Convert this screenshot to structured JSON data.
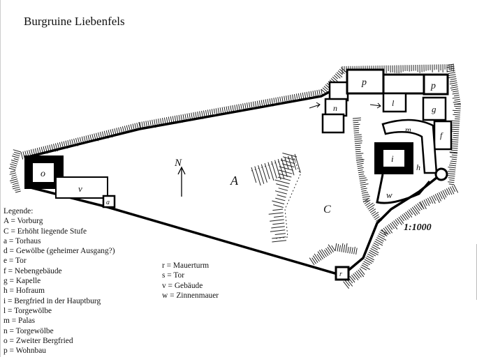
{
  "title": "Burgruine Liebenfels",
  "legend_heading": "Legende:",
  "legend_left": [
    "A = Vorburg",
    "C = Erhöht liegende Stufe",
    "a = Torhaus",
    "d = Gewölbe (geheimer Ausgang?)",
    "e = Tor",
    "f = Nebengebäude",
    "g = Kapelle",
    "h = Hofraum",
    "i = Bergfried in der Hauptburg",
    "l = Torgewölbe",
    "m = Palas",
    "n = Torgewölbe",
    "o = Zweiter Bergfried",
    "p = Wohnbau"
  ],
  "legend_right": [
    "r = Mauerturm",
    "s = Tor",
    "v = Gebäude",
    "w = Zinnenmauer"
  ],
  "plan_labels": {
    "o": "o",
    "v": "v",
    "a": "a",
    "A": "A",
    "C": "C",
    "N": "N",
    "n": "n",
    "p1": "p",
    "p2": "p",
    "l": "l",
    "g": "g",
    "f": "f",
    "m": "m",
    "i": "i",
    "h": "h",
    "w": "w",
    "r": "r"
  },
  "scale": "1:1000"
}
